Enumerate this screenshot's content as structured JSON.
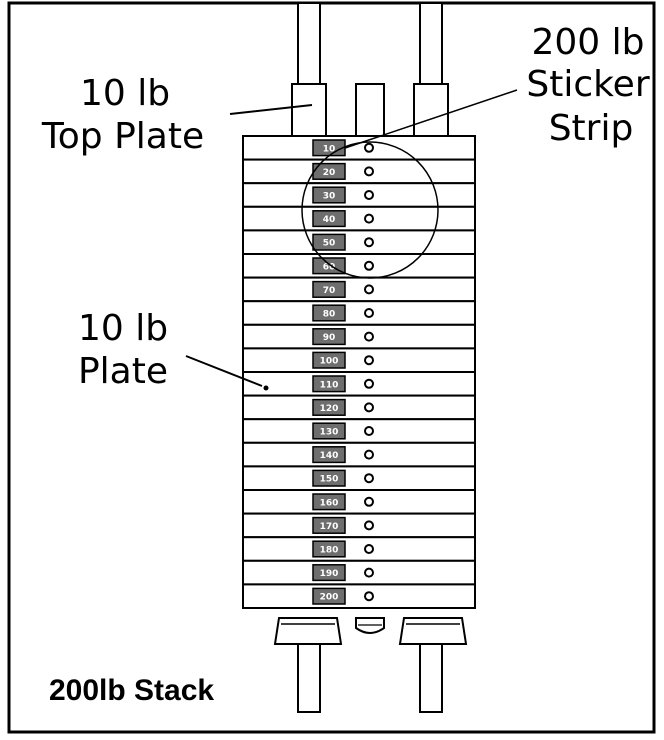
{
  "labels": {
    "top_plate": [
      "10 lb",
      "Top Plate"
    ],
    "sticker_strip": [
      "200 lb",
      "Sticker",
      "Strip"
    ],
    "plate": [
      "10 lb",
      "Plate"
    ]
  },
  "caption": "200lb Stack",
  "stack": {
    "plate_values": [
      "10",
      "20",
      "30",
      "40",
      "50",
      "60",
      "70",
      "80",
      "90",
      "100",
      "110",
      "120",
      "130",
      "140",
      "150",
      "160",
      "170",
      "180",
      "190",
      "200"
    ]
  },
  "colors": {
    "ink": "#000000",
    "tag_fill": "#6e6e6e",
    "tag_text": "#ffffff",
    "background": "#ffffff"
  }
}
